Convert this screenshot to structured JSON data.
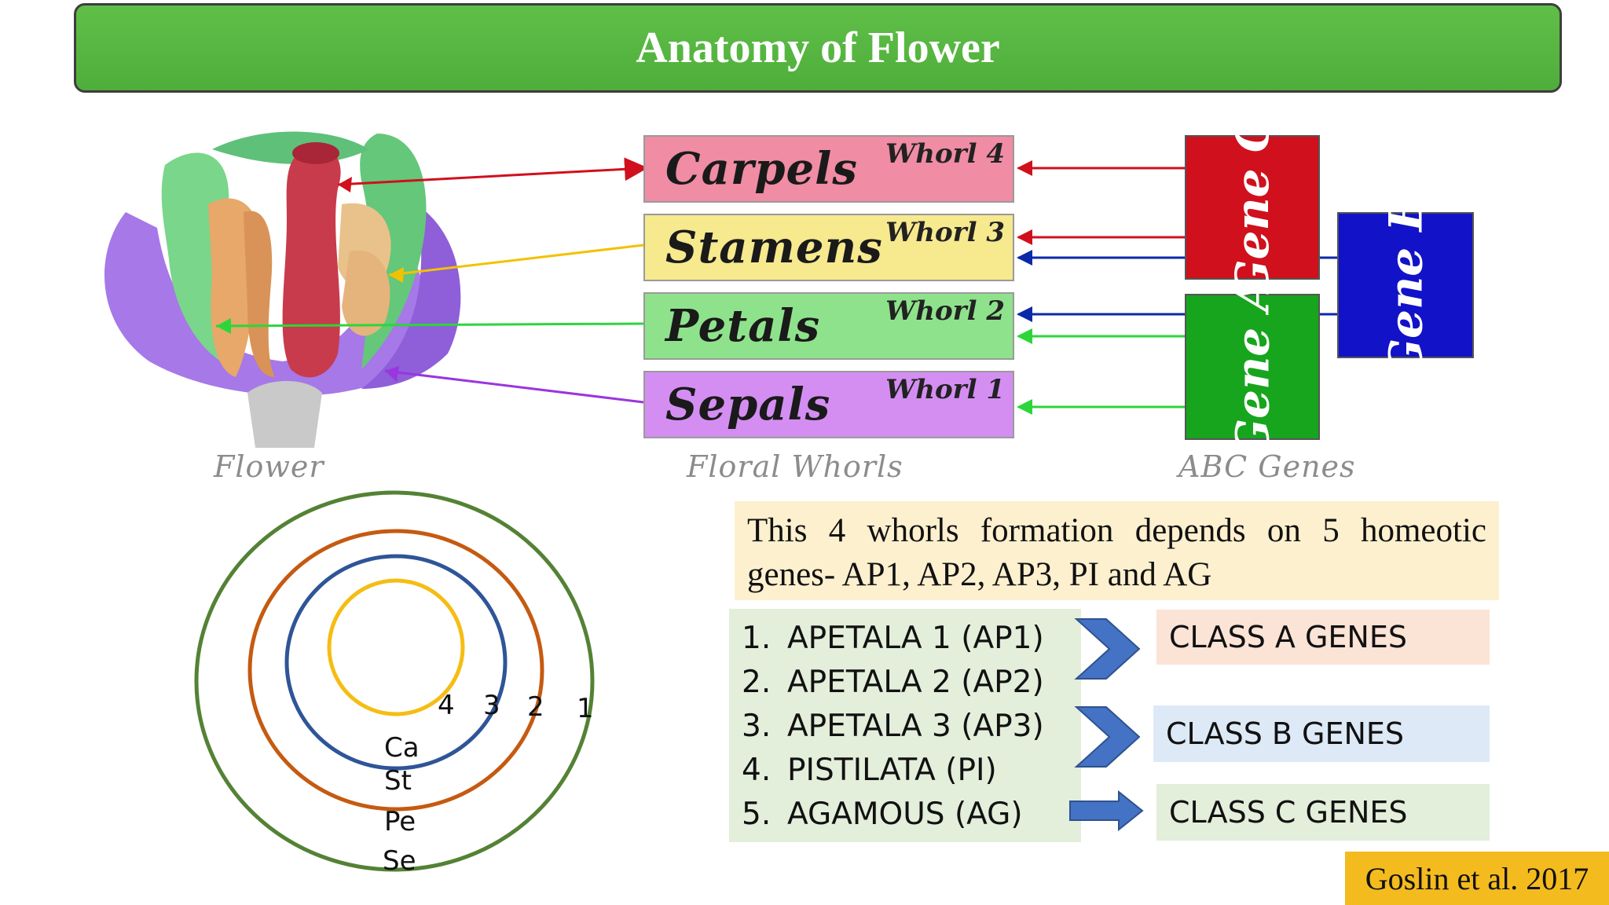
{
  "title": "Anatomy of Flower",
  "whorls": [
    {
      "name": "Carpels",
      "whorl": "Whorl 4",
      "color": "#f08ca4"
    },
    {
      "name": "Stamens",
      "whorl": "Whorl 3",
      "color": "#f6e98e"
    },
    {
      "name": "Petals",
      "whorl": "Whorl 2",
      "color": "#8fe28c"
    },
    {
      "name": "Sepals",
      "whorl": "Whorl 1",
      "color": "#d48ef2"
    }
  ],
  "genes": {
    "c": {
      "label": "Gene C",
      "color": "#d0101c"
    },
    "b": {
      "label": "Gene B",
      "color": "#1212c8"
    },
    "a": {
      "label": "Gene A",
      "color": "#17a51d"
    }
  },
  "captions": {
    "flower": "Flower",
    "whorls": "Floral Whorls",
    "genes": "ABC Genes"
  },
  "rings": {
    "numbers": [
      "4",
      "3",
      "2",
      "1"
    ],
    "labels": [
      "Ca",
      "St",
      "Pe",
      "Se"
    ],
    "colors": [
      "#f5bd14",
      "#2e5597",
      "#c55a11",
      "#548235"
    ]
  },
  "info": "This 4 whorls formation depends on 5 homeotic genes- AP1, AP2, AP3, PI and AG",
  "gene_list": [
    {
      "n": "1.",
      "text": "APETALA 1 (AP1)"
    },
    {
      "n": "2.",
      "text": "APETALA 2 (AP2)"
    },
    {
      "n": "3.",
      "text": "APETALA 3 (AP3)"
    },
    {
      "n": "4.",
      "text": "PISTILATA (PI)"
    },
    {
      "n": "5.",
      "text": "AGAMOUS (AG)"
    }
  ],
  "classes": [
    {
      "label": "CLASS A GENES",
      "color": "#fbe3d6"
    },
    {
      "label": "CLASS B GENES",
      "color": "#dde9f6"
    },
    {
      "label": "CLASS C GENES",
      "color": "#e3eedb"
    }
  ],
  "citation": "Goslin et al. 2017"
}
